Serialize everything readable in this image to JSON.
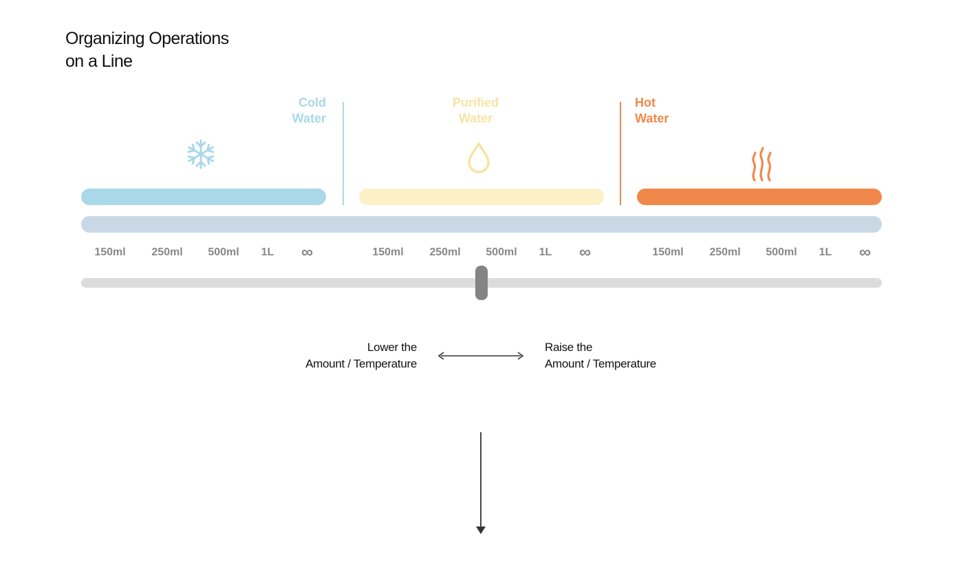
{
  "title": {
    "line1": "Organizing Operations",
    "line2": "on a Line"
  },
  "zones": [
    {
      "id": "cold",
      "label_line1": "Cold",
      "label_line2": "Water",
      "color": "#a9d8e8",
      "icon": "snowflake-icon"
    },
    {
      "id": "purified",
      "label_line1": "Purified",
      "label_line2": "Water",
      "color": "#f7e4a4",
      "bar_color": "#fbf0c6",
      "icon": "water-drop-icon"
    },
    {
      "id": "hot",
      "label_line1": "Hot",
      "label_line2": "Water",
      "color": "#f0884b",
      "icon": "steam-icon"
    }
  ],
  "track_color": "#c8d8e4",
  "amount_ticks": [
    "150ml",
    "250ml",
    "500ml",
    "1L",
    "∞"
  ],
  "slider": {
    "value_fraction": 0.5
  },
  "captions": {
    "lower_line1": "Lower the",
    "lower_line2": "Amount / Temperature",
    "raise_line1": "Raise the",
    "raise_line2": "Amount / Temperature"
  }
}
